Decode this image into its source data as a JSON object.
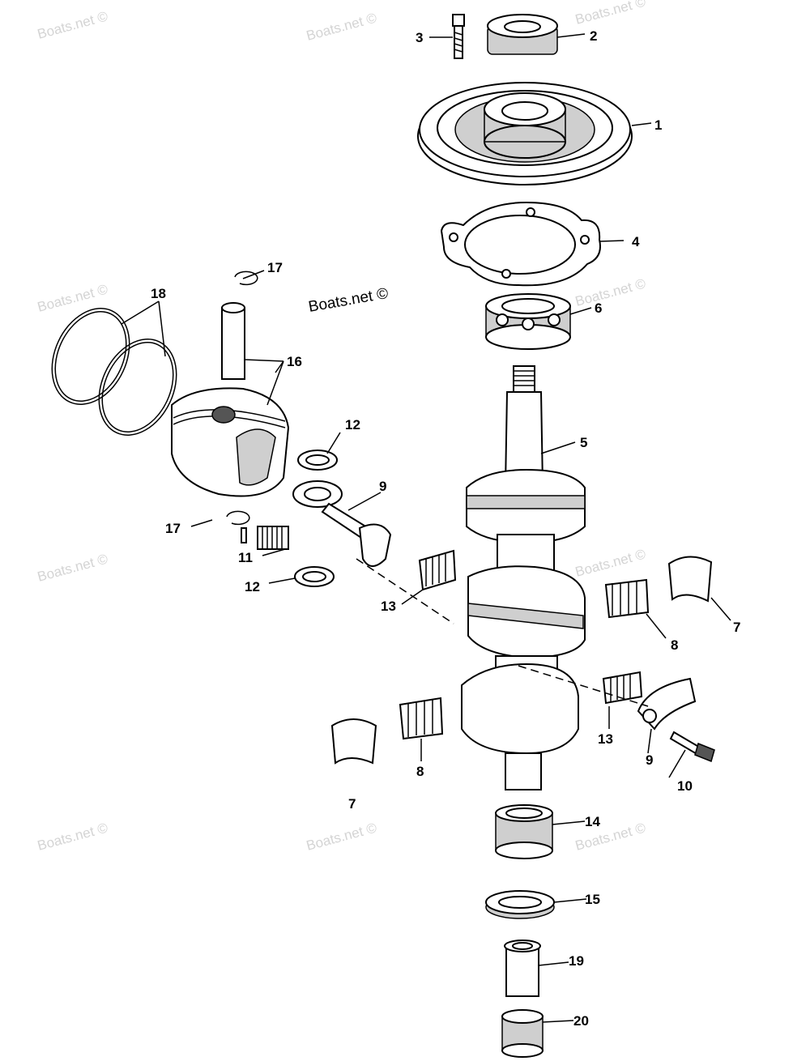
{
  "diagram": {
    "watermark": "Boats.net ©",
    "labels": {
      "p1": "1",
      "p2": "2",
      "p3": "3",
      "p4": "4",
      "p5": "5",
      "p6": "6",
      "p7a": "7",
      "p7b": "7",
      "p8a": "8",
      "p8b": "8",
      "p9a": "9",
      "p9b": "9",
      "p10": "10",
      "p11": "11",
      "p12a": "12",
      "p12b": "12",
      "p13a": "13",
      "p13b": "13",
      "p14": "14",
      "p15": "15",
      "p16": "16",
      "p17a": "17",
      "p17b": "17",
      "p18": "18",
      "p19": "19",
      "p20": "20"
    }
  }
}
